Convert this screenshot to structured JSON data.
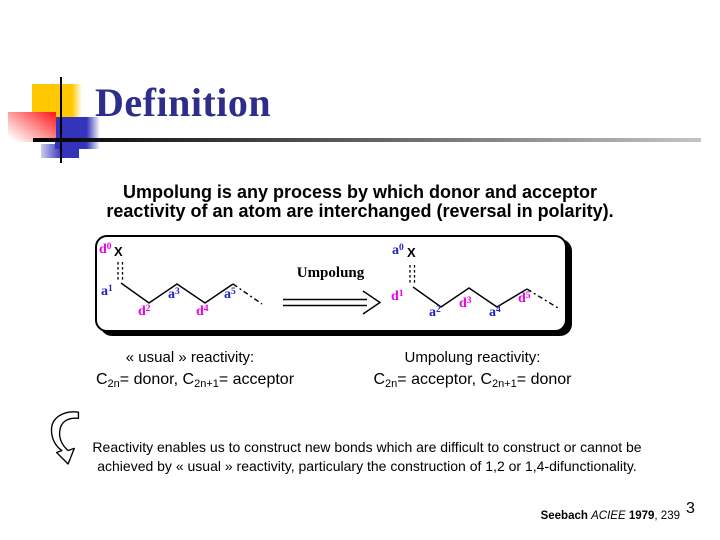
{
  "slide": {
    "title": "Definition",
    "page_number": "3"
  },
  "lead": "Umpolung is any process by which donor and acceptor\nreactivity of an atom are interchanged (reversal in polarity).",
  "scheme": {
    "umpolung_label": "Umpolung",
    "left": {
      "x": "X",
      "atoms": {
        "p0": {
          "t": "d",
          "s": "0"
        },
        "p1": {
          "t": "a",
          "s": "1"
        },
        "p2": {
          "t": "d",
          "s": "2"
        },
        "p3": {
          "t": "a",
          "s": "3"
        },
        "p4": {
          "t": "d",
          "s": "4"
        },
        "p5": {
          "t": "a",
          "s": "5"
        }
      }
    },
    "right": {
      "x": "X",
      "atoms": {
        "p0": {
          "t": "a",
          "s": "0"
        },
        "p1": {
          "t": "d",
          "s": "1"
        },
        "p2": {
          "t": "a",
          "s": "2"
        },
        "p3": {
          "t": "d",
          "s": "3"
        },
        "p4": {
          "t": "a",
          "s": "4"
        },
        "p5": {
          "t": "d",
          "s": "5"
        }
      }
    }
  },
  "columns": {
    "usual": {
      "header": "« usual » reactivity:",
      "parts": {
        "c": "C",
        "sub1": "2n",
        "mid": "= donor, C",
        "sub2": "2n+1",
        "tail": "= acceptor"
      }
    },
    "umpolung": {
      "header": "Umpolung reactivity:",
      "parts": {
        "c": "C",
        "sub1": "2n",
        "mid": "= acceptor, C",
        "sub2": "2n+1",
        "tail": "= donor"
      }
    }
  },
  "note": "Reactivity enables us to construct new bonds which are difficult to construct or cannot be\nachieved by « usual » reactivity, particulary the construction of 1,2 or 1,4-difunctionality.",
  "citation": {
    "author": "Seebach",
    "journal": "ACIEE",
    "year": "1979",
    "rest": ", 239"
  },
  "colors": {
    "title_navy": "#2D2D8A",
    "donor_magenta": "#E800E8",
    "acceptor_blue": "#2222CC",
    "deco_yellow": "#FFC800",
    "deco_blue": "#3333BB",
    "deco_red": "#FF2222"
  }
}
